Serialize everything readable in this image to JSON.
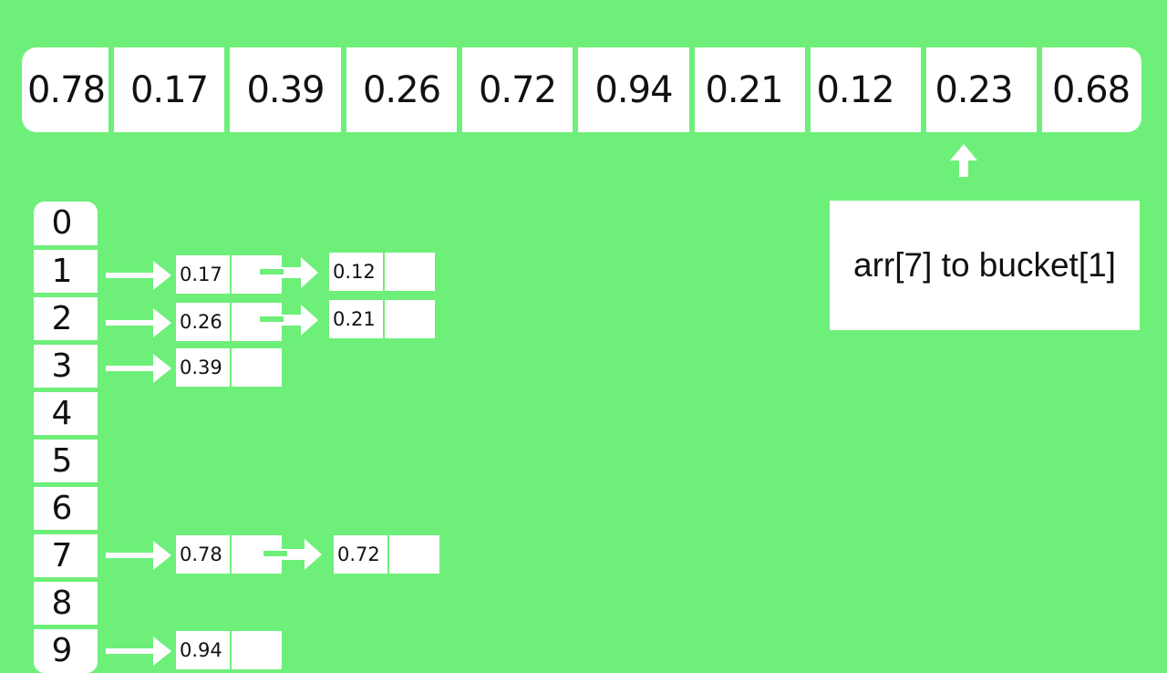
{
  "array": [
    "0.78",
    "0.17",
    "0.39",
    "0.26",
    "0.72",
    "0.94",
    "0.21",
    "0.12",
    "0.23",
    "0.68"
  ],
  "callout": {
    "text": "arr[7] to bucket[1]"
  },
  "buckets": [
    "0",
    "1",
    "2",
    "3",
    "4",
    "5",
    "6",
    "7",
    "8",
    "9"
  ],
  "chains": {
    "b1": [
      "0.17",
      "0.12"
    ],
    "b2": [
      "0.26",
      "0.21"
    ],
    "b3": [
      "0.39"
    ],
    "b7": [
      "0.78",
      "0.72"
    ],
    "b9": [
      "0.94"
    ]
  },
  "colors": {
    "background": "#6def79",
    "box": "#ffffff",
    "text": "#111111"
  }
}
